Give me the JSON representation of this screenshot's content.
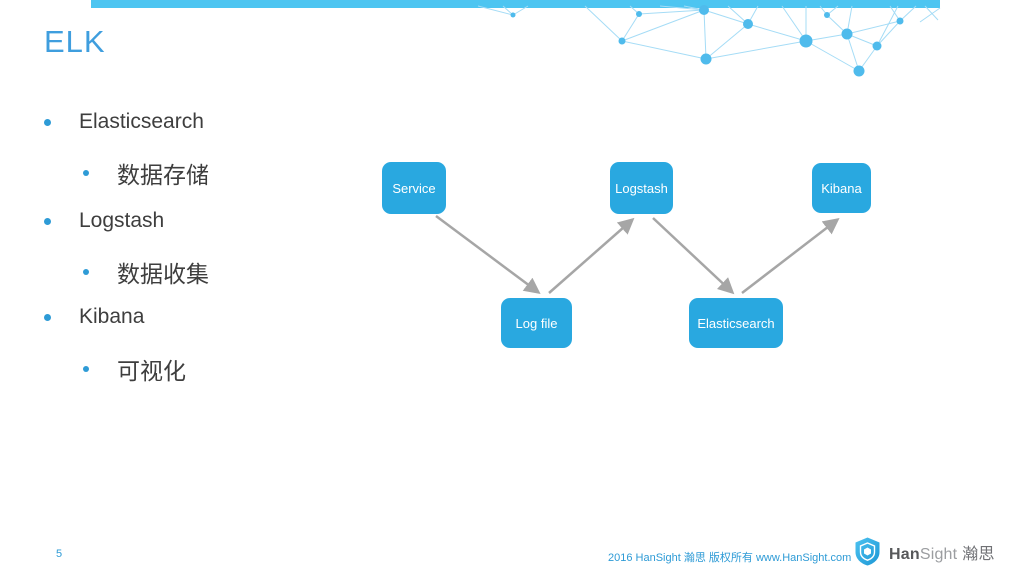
{
  "slide": {
    "title": "ELK",
    "page_number": "5"
  },
  "bullets": [
    {
      "label": "Elasticsearch",
      "sub": "数据存储"
    },
    {
      "label": "Logstash",
      "sub": "数据收集"
    },
    {
      "label": "Kibana",
      "sub": "可视化"
    }
  ],
  "diagram": {
    "nodes": [
      {
        "label": "Service"
      },
      {
        "label": "Logstash"
      },
      {
        "label": "Kibana"
      },
      {
        "label": "Log file"
      },
      {
        "label": "Elasticsearch"
      }
    ],
    "flow": [
      "Service → Log file",
      "Log file → Logstash",
      "Logstash → Elasticsearch",
      "Elasticsearch → Kibana"
    ],
    "node_color": "#29A8E0",
    "arrow_color": "#A6A6A6"
  },
  "footer": {
    "copyright": "2016 HanSight 瀚思 版权所有 www.HanSight.com",
    "logo": {
      "icon": "hansight-shield-icon",
      "brand_bold": "Han",
      "brand_light": "Sight",
      "brand_cn": "瀚思"
    }
  },
  "colors": {
    "title_blue": "#3F9EDE",
    "top_bar_blue": "#4DC5F1",
    "bullet_blue": "#2E9BD6",
    "body_text": "#3E3E3E",
    "footer_blue": "#2E9BD6",
    "mesh_blue": "#4FBBEC"
  }
}
